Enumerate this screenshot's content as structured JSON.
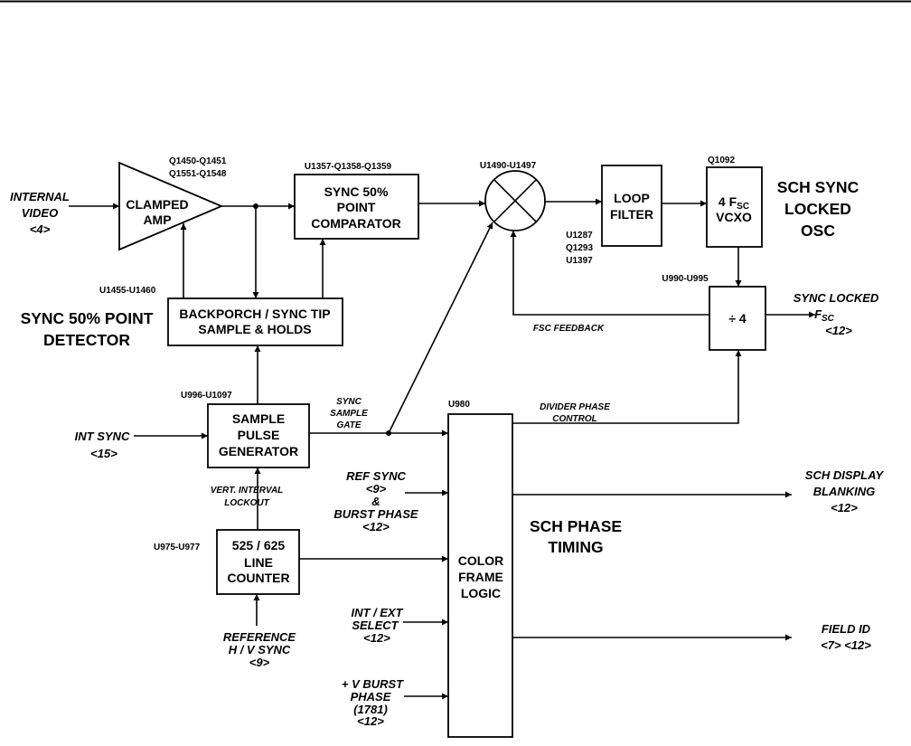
{
  "diagram": {
    "blocks": {
      "clamped_amp": {
        "lines": [
          "CLAMPED",
          "AMP"
        ],
        "ref": [
          "Q1450-Q1451",
          "Q1551-Q1548"
        ]
      },
      "comparator": {
        "lines": [
          "SYNC 50%",
          "POINT",
          "COMPARATOR"
        ],
        "ref": "U1357-Q1358-Q1359"
      },
      "mixer": {
        "ref": "U1490-U1497"
      },
      "loop_filter": {
        "lines": [
          "LOOP",
          "FILTER"
        ],
        "ref": [
          "U1287",
          "Q1293",
          "U1397"
        ]
      },
      "vcxo": {
        "line1_main": "4 F",
        "line1_sub": "SC",
        "line2": "VCXO",
        "ref": "Q1092"
      },
      "divider": {
        "label": "÷ 4",
        "ref": "U990-U995"
      },
      "backporch": {
        "lines": [
          "BACKPORCH / SYNC TIP",
          "SAMPLE & HOLDS"
        ],
        "ref": "U1455-U1460"
      },
      "sample_pulse": {
        "lines": [
          "SAMPLE",
          "PULSE",
          "GENERATOR"
        ],
        "ref": "U996-U1097"
      },
      "line_counter": {
        "lines": [
          "525 / 625",
          "LINE",
          "COUNTER"
        ],
        "ref": "U975-U977"
      },
      "color_frame": {
        "lines": [
          "COLOR",
          "FRAME",
          "LOGIC"
        ],
        "ref": "U980"
      }
    },
    "section_titles": {
      "sync_detector": [
        "SYNC 50% POINT",
        "DETECTOR"
      ],
      "sch_osc": [
        "SCH SYNC",
        "LOCKED",
        "OSC"
      ],
      "sch_phase": [
        "SCH PHASE",
        "TIMING"
      ]
    },
    "signals": {
      "internal_video": [
        "INTERNAL",
        "VIDEO",
        "<4>"
      ],
      "int_sync": [
        "INT SYNC",
        "<15>"
      ],
      "reference_hv": [
        "REFERENCE",
        "H / V SYNC",
        "<9>"
      ],
      "ref_sync_burst": [
        "REF SYNC",
        "<9>",
        "&",
        "BURST PHASE",
        "<12>"
      ],
      "int_ext_select": [
        "INT / EXT",
        "SELECT",
        "<12>"
      ],
      "v_burst_phase": [
        "+ V BURST",
        "PHASE",
        "(1781)",
        "<12>"
      ],
      "sync_locked_fsc": {
        "line1": "SYNC LOCKED",
        "fsc_main": "F",
        "fsc_sub": "SC",
        "line3": "<12>"
      },
      "sch_display_blanking": [
        "SCH DISPLAY",
        "BLANKING",
        "<12>"
      ],
      "field_id": [
        "FIELD ID",
        "<7> <12>"
      ],
      "sync_sample_gate": [
        "SYNC",
        "SAMPLE",
        "GATE"
      ],
      "vert_interval_lockout": [
        "VERT. INTERVAL",
        "LOCKOUT"
      ],
      "fsc_feedback": "FSC FEEDBACK",
      "divider_phase_control": [
        "DIVIDER PHASE",
        "CONTROL"
      ]
    }
  }
}
